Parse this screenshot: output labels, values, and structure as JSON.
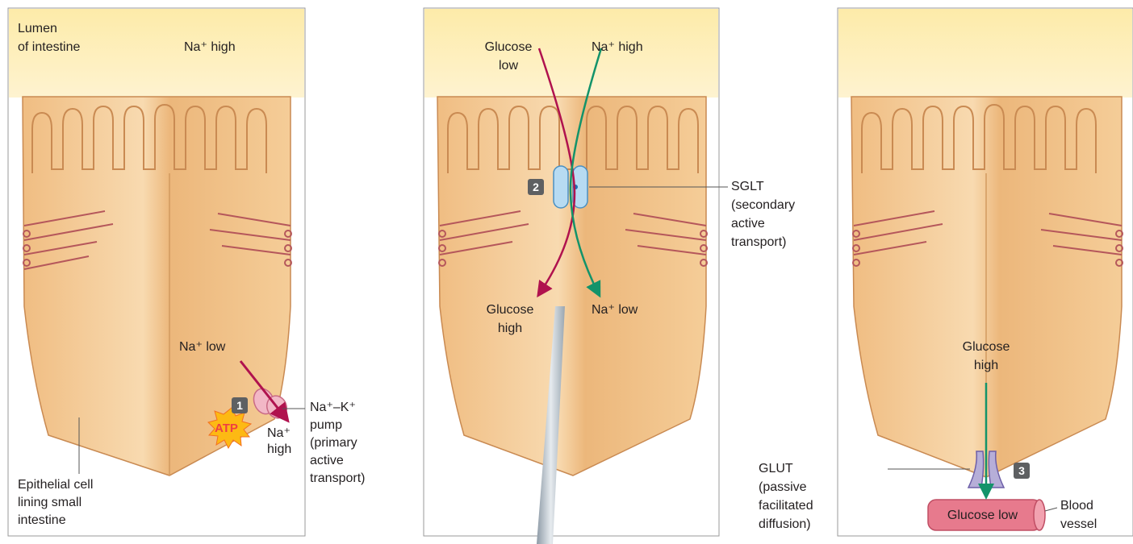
{
  "panel1": {
    "lumen_line1": "Lumen",
    "lumen_line2": "of intestine",
    "na_high": "Na⁺ high",
    "na_low": "Na⁺ low",
    "step": "1",
    "atp": "ATP",
    "na_high_in_line1": "Na⁺",
    "na_high_in_line2": "high",
    "pump_line1": "Na⁺–K⁺",
    "pump_line2": "pump",
    "pump_line3": "(primary",
    "pump_line4": "active",
    "pump_line5": "transport)",
    "epi_line1": "Epithelial cell",
    "epi_line2": "lining small",
    "epi_line3": "intestine"
  },
  "panel2": {
    "glucose_low_line1": "Glucose",
    "glucose_low_line2": "low",
    "na_high": "Na⁺ high",
    "step": "2",
    "sglt_line1": "SGLT",
    "sglt_line2": "(secondary",
    "sglt_line3": "active",
    "sglt_line4": "transport)",
    "glucose_high_line1": "Glucose",
    "glucose_high_line2": "high",
    "na_low": "Na⁺ low"
  },
  "panel3": {
    "glucose_high_line1": "Glucose",
    "glucose_high_line2": "high",
    "step": "3",
    "glut_line1": "GLUT",
    "glut_line2": "(passive",
    "glut_line3": "facilitated",
    "glut_line4": "diffusion)",
    "glucose_low": "Glucose low",
    "blood_line1": "Blood",
    "blood_line2": "vessel"
  },
  "colors": {
    "lumen": "#fdebb0",
    "cell": "#f4c98f",
    "cell_dark": "#e0a56a",
    "crimson_arrow": "#b0124e",
    "green_arrow": "#13936a",
    "sglt": "#b7dbf2",
    "glut": "#b6aed8",
    "pump": "#f2b7c6",
    "vessel": "#e77a8d",
    "atp": "#ef3e42",
    "atp_burst": "#fdb913"
  }
}
